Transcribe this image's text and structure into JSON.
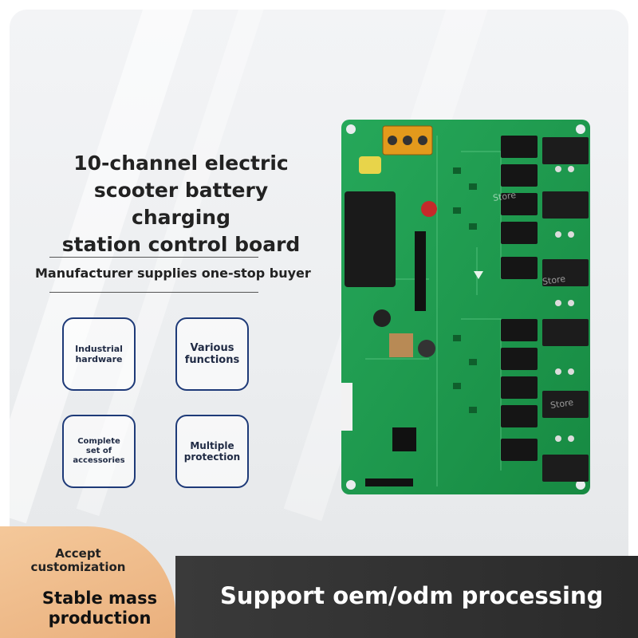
{
  "title": {
    "line1": "10-channel electric",
    "line2": "scooter battery charging",
    "line3": "station control board"
  },
  "subtitle": "Manufacturer supplies one-stop buyer",
  "features": [
    {
      "line1": "Industrial",
      "line2": "hardware"
    },
    {
      "line1": "Various",
      "line2": "functions"
    },
    {
      "line1": "Complete",
      "line2": "set of",
      "line3": "accessories"
    },
    {
      "line1": "Multiple",
      "line2": "protection"
    }
  ],
  "badge": {
    "top_line1": "Accept",
    "top_line2": "customization",
    "bottom_line1": "Stable mass",
    "bottom_line2": "production"
  },
  "banner": "Support oem/odm processing",
  "watermark": "Store",
  "colors": {
    "pcb_green": "#1f9a4c",
    "feature_border": "#1e3a78",
    "badge_peach": "#eab07d",
    "banner_dark": "#2d2d2d"
  }
}
